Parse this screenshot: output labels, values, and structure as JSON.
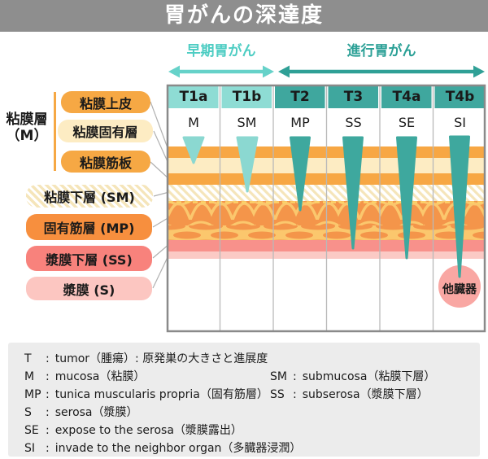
{
  "title": "胃がんの深達度",
  "categories": {
    "early": "早期胃がん",
    "advanced": "進行胃がん"
  },
  "grid": {
    "columns": [
      {
        "stage": "T1a",
        "depth": "M"
      },
      {
        "stage": "T1b",
        "depth": "SM"
      },
      {
        "stage": "T2",
        "depth": "MP"
      },
      {
        "stage": "T3",
        "depth": "SS"
      },
      {
        "stage": "T4a",
        "depth": "SE"
      },
      {
        "stage": "T4b",
        "depth": "SI"
      }
    ],
    "other_organ": "他臓器"
  },
  "wall_labels": {
    "group_line1": "粘膜層",
    "group_line2": "（M）",
    "boxes": [
      {
        "label": "粘膜上皮"
      },
      {
        "label": "粘膜固有層"
      },
      {
        "label": "粘膜筋板"
      },
      {
        "label": "粘膜下層 (SM)"
      },
      {
        "label": "固有筋層 (MP)"
      },
      {
        "label": "漿膜下層 (SS)"
      },
      {
        "label": "漿膜 (S)"
      }
    ]
  },
  "legend": {
    "colon": ":",
    "items_left": [
      {
        "abbr": "T",
        "def": "tumor（腫瘍）: 原発巣の大きさと進展度"
      },
      {
        "abbr": "M",
        "def": "mucosa（粘膜）"
      },
      {
        "abbr": "MP",
        "def": "tunica muscularis propria（固有筋層）"
      },
      {
        "abbr": "S",
        "def": "serosa（漿膜）"
      },
      {
        "abbr": "SE",
        "def": "expose to the serosa（漿膜露出）"
      },
      {
        "abbr": "SI",
        "def": "invade to the neighbor organ（多臓器浸潤）"
      }
    ],
    "items_right": [
      {
        "abbr": "SM",
        "def": "submucosa（粘膜下層）"
      },
      {
        "abbr": "SS",
        "def": "subserosa（漿膜下層）"
      }
    ]
  },
  "palette": {
    "title_bar": "#8e8e8e",
    "early_teal": "#66d2c9",
    "advanced_teal": "#2fa096",
    "header_light": "#8edcd4",
    "header_dark": "#3fa79e",
    "triangle_light": "#8bd8d1",
    "triangle_dark": "#3ea89e",
    "mucosa_orange": "#f7a744",
    "mucosa_cream": "#fdecc3",
    "muscle_orange": "#f4954a",
    "muscle_mesh": "#fbc76d",
    "subserosa_salmon": "#f8918b",
    "serosa_pink": "#fbcac5",
    "other_organ_pink": "#f9a7a3",
    "legend_bg": "#ececec"
  }
}
